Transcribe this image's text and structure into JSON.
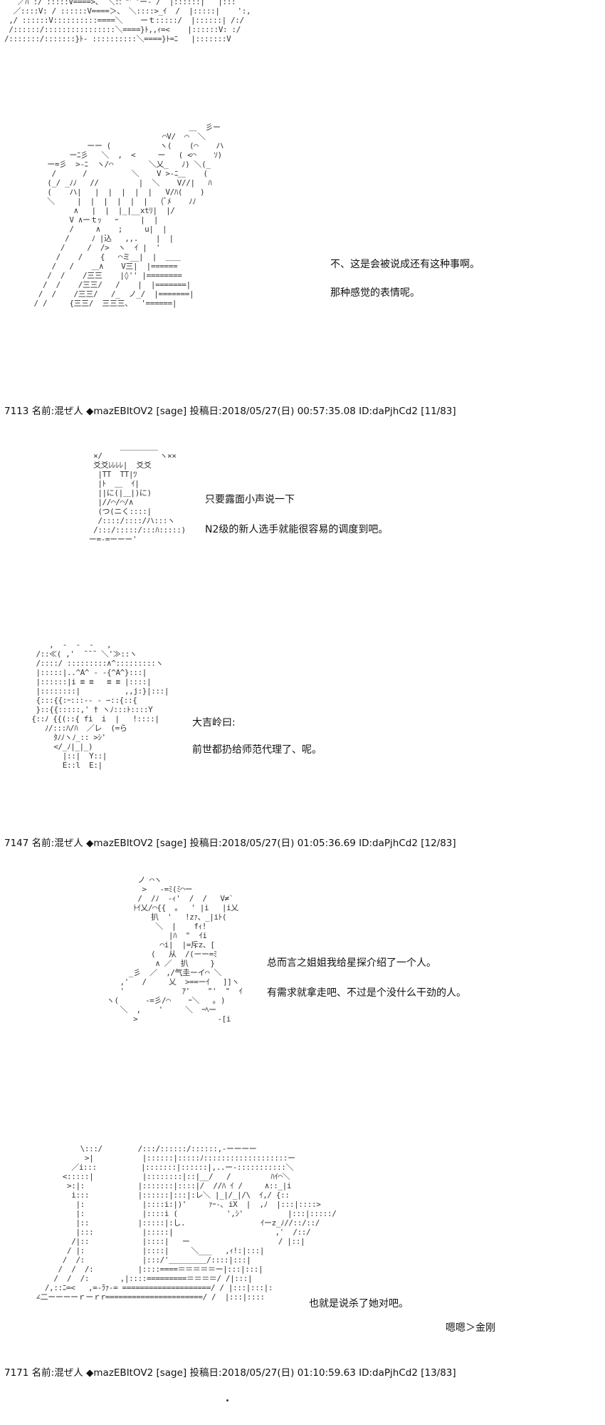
{
  "posts": [
    {
      "number": "7113",
      "name_label": "名前:",
      "name": "混ぜ人",
      "trip": "◆mazEBItOV2",
      "mail": "[sage]",
      "date_label": "投稿日:",
      "date": "2018/05/27(日) 00:57:35.08",
      "id": "ID:daPjhCd2",
      "page": "[11/83]"
    },
    {
      "number": "7147",
      "name_label": "名前:",
      "name": "混ぜ人",
      "trip": "◆mazEBItOV2",
      "mail": "[sage]",
      "date_label": "投稿日:",
      "date": "2018/05/27(日) 01:05:36.69",
      "id": "ID:daPjhCd2",
      "page": "[12/83]"
    },
    {
      "number": "7171",
      "name_label": "名前:",
      "name": "混ぜ人",
      "trip": "◆mazEBItOV2",
      "mail": "[sage]",
      "date_label": "投稿日:",
      "date": "2018/05/27(日) 01:10:59.63",
      "id": "ID:daPjhCd2",
      "page": "[13/83]"
    }
  ],
  "dialogues": {
    "d1": [
      "不、这是会被说成还有这种事啊。",
      "那种感觉的表情呢。"
    ],
    "d2": [
      "只要露面小声说一下",
      "N2级的新人选手就能很容易的调度到吧。"
    ],
    "d3": [
      "大吉岭曰:",
      "前世都扔给师范代理了、呢。"
    ],
    "d4": [
      "总而言之姐姐我给星探介绍了一个人。",
      "有需求就拿走吧、不过是个没什么干劲的人。"
    ],
    "d5": [
      "也就是说杀了她对吧。"
    ],
    "d6": [
      "嗯嗯＞金刚"
    ]
  },
  "art": {
    "a0": "   ／ﾊ :/ :::::V====>、 ＼::ﾞ\"'ﾞ'ー‐ /  |::::::|   |:::\n  ／::::V: / ::::::V====＞、 ＼::::>_ｲ  /  |:::::|    ':,\n ,/ ::::::V::::::::::====＼    ーｔ:::::/  |::::::| /:/\n /::::::/::::::::::::::::＼====}ﾄ,,ｨ=<    |::::::V: :/\n/:::::::/:::::::}ﾄ- ::::::::::＼====}ﾄ=ﾆ   |:::::::V",
    "a1": "                                          ＿  彡ー\n                                    ⌒V/  ⌒  ＼\n                   ーー (           ヽ(    (⌒    ハ\n               ーﾆ彡   ＼  ,  <     ー   ( <⌒    ｿ)\n          ー=彡  >-ﾆ  ヽ/⌒        ＼乂_   ﾉ) ＼(_\n           /      /          ＼    V >-ﾆ＿    (\n          (_/ _ﾉﾉ   //         |  ＼    V//|   ﾊ\n          (    ハ|   |  |  |  |  |   V/ﾊ(    )\n          ＼     |  |  |  |  |  |   (ﾞﾒ    ﾉﾉ\n                ∧   |  |  |_|__xtﾘ|  |/\n               V ∧ーｔｯ   ｰ     |  |\n               /     ∧    ;     u|  |\n              /     ﾉ |込   ,,.    |  |\n             /     /  />  ヽ  ｲ |  '\n            /    /    {   ⌒ミ__|  |  ＿＿\n           /   /    ＿∧    V三|  |======\n          /  /    /三三    |◊'' |========\n         /  /    /三三/   /    |  |=======|\n        /  /    /三三/   /_  ノ_/  |=======|\n       / /     {三三/  三三三、  '======|",
    "a2": "           ＿＿＿＿＿\n     ×/             ヽ××\n     爻爻ﾚﾚﾚﾚ|  爻爻\n      |TT  TT|ﾂ\n      |ﾄ  ＿  ｲ|\n      ||に(|＿|)に)\n      |//⌒/⌒/∧\n      (つ(ニく::::|\n      /::::/::::/ハ:::ヽ\n     /:::/:::::/:::ﾊ:::::)\n    ー=-=ーーー'",
    "a3": "     ,  -  -  -   ,\n  /::≪( ,'  ̄ ̄ ̄  ＼'≫::ヽ\n  /::::/ :::::::::∧^:::::::::ヽ\n  |:::::|..^A^ - -{^A^}:::|\n  |::::::|i ≡ ≡   ≡ ≡ |::::|\n  |::::::::|          ,,j:}|:::|\n  {:::{{:ｰ:::-- - ∽::{::{\n  }::{{:::::,' † ヽﾉ:::ﾄ::::Y\n {::ﾉ {{(::{ fi  i  |   !::::|\n    ﾉ/:::ﾊ/ﾊ  ／レ  (=ら\n      ﾀﾉﾉヽﾉ_:: >ｼ'\n      </_ﾉ|_|_)\n        |::|  Y::|\n        E::l  E:|",
    "a4": "               ノ ⌒ヽ\n                >   -=ﾐ(ﾐ⌒ー\n               /  /ﾉ  -ｨ'  /  /   V≠`\n              ﾄｲ乂/⌒{{  。  ' |i   |i乂\n                  扒  '   !zｧ、_|iﾄ(\n                   ＼  |    fｨ!\n                      |ﾊ  \"  ｲi\n                    ⌒i|  |=斥z、[\n                  (   从  /(ーー=ﾐ\n                   ∧ ／  扒     }\n             _彡  ／  ,/气圭ーイ⌒ ＼\n           ,'   /     乂  >==ーｲ   ]]ヽ\n           '             ｱ'    \"'  \"  ｲ\n        ヽ(      -=彡/⌒    ｰ＼   ｡ )\n           ＼  ,    '     ＼  ｰﾍー\n              >                  -[i",
    "a5": "            \\:::/        /:::/::::::/::::::,-ーーーー\n             >|           |::::::|:::::ﾉ:::::::::::::::::::ー\n          ／i:::          |:::::::|::::::|,..ー-:::::::::::＼\n        <:::::|           |::::::::|::|__/   /         ﾊｲ⌒＼\n         >:|:            |:::::::|::::|/  //ﾊ ｲ /     ∧::_|i\n          i:::           |::::::|:::|:レ＼ |_|/_|/\\  ｲ,/ {::\n           |:             |::::i:|)'     ｧｰ-､ iX  |  ,ﾉ  |:::|::::>\n           |:             |::::i (           ',ｼ'          |:::|:::::/\n           |::           |:::::|:し.                 ｲーz_ﾉ//::/::/\n           |:::           |:::::|                       ,'  /::/\n          /|::            |::::|   ー                    / |::|\n         / |:             |::::|     ＼___   ,ｨ!:|:::|\n        /  /:             |:::/'＿＿＿＿＿/::::|:::|\n       /  /  /:          |::::====＝＝＝＝＝ー|:::|:::|\n      /  /  /:       ,|::::=========＝＝＝＝/ /|:::|\n    /,::ﾆ=<   ,=-ﾗｧ-= ====================/ / |:::|:::|:\n  ∠二ーーーーｒーｒr======================/ /  |:::|::::"
  }
}
